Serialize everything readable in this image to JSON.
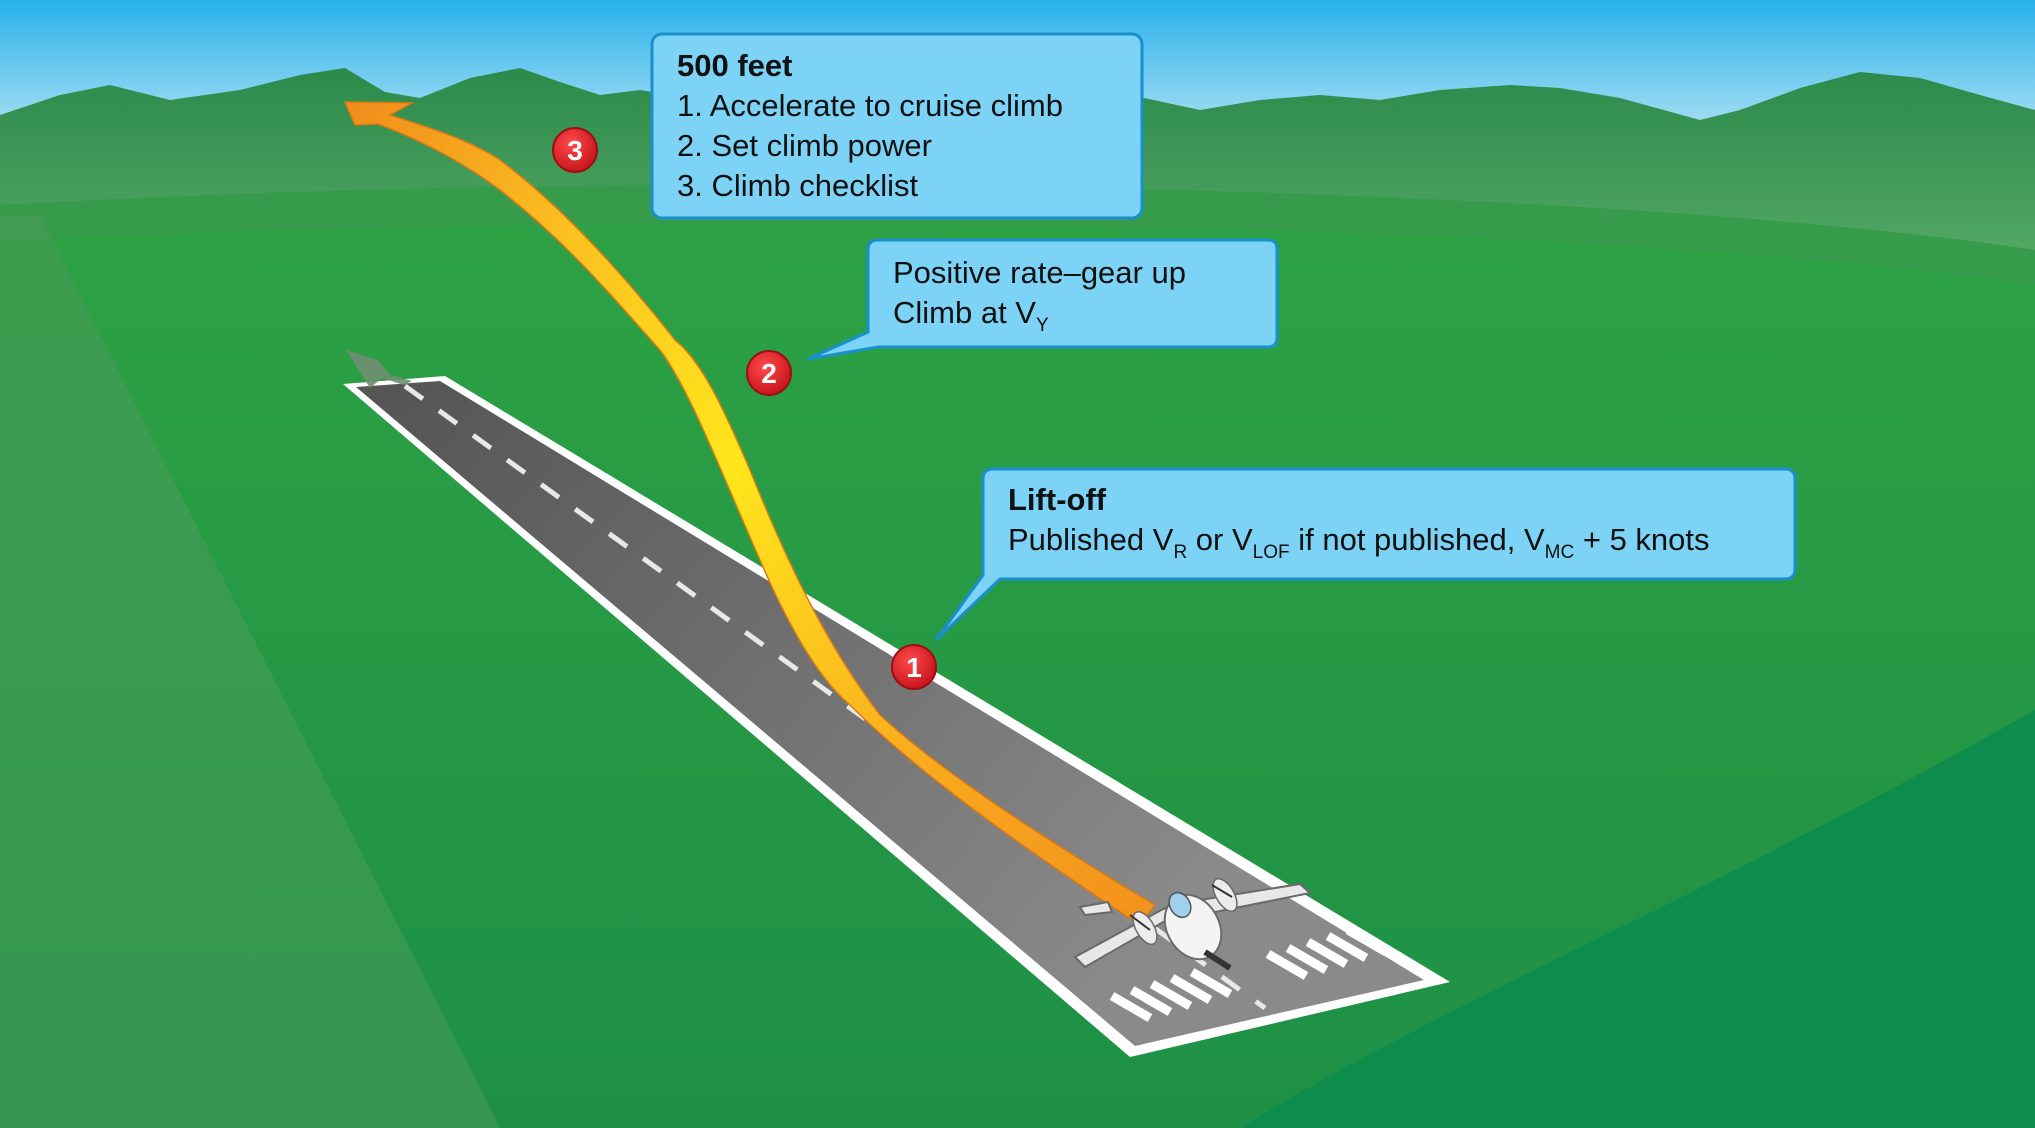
{
  "callouts": {
    "step3": {
      "title": "500 feet",
      "items": [
        "1. Accelerate to cruise climb",
        "2. Set climb power",
        "3. Climb checklist"
      ]
    },
    "step2": {
      "line1": "Positive rate–gear up",
      "line2_prefix": "Climb at V",
      "line2_sub": "Y"
    },
    "step1": {
      "title": "Lift-off",
      "text_1": "Published V",
      "sub_r": "R",
      "text_2": " or V",
      "sub_lof": "LOF",
      "text_3": " if not published, V",
      "sub_mc": "MC",
      "text_4": " + 5 knots"
    }
  },
  "markers": [
    "1",
    "2",
    "3"
  ],
  "icons": {
    "airplane": "twin-engine-airplane-icon",
    "runway_direction": "runway-direction-arrow-icon"
  },
  "colors": {
    "sky": "#5cc8ef",
    "mountains": "#2f8f4e",
    "grass": "#25a04a",
    "runway": "#707070",
    "path_start": "#f39a1e",
    "path_mid": "#ffe21a",
    "callout_fill": "#7dd3f5",
    "callout_border": "#1a8fce",
    "marker": "#e01b24"
  }
}
